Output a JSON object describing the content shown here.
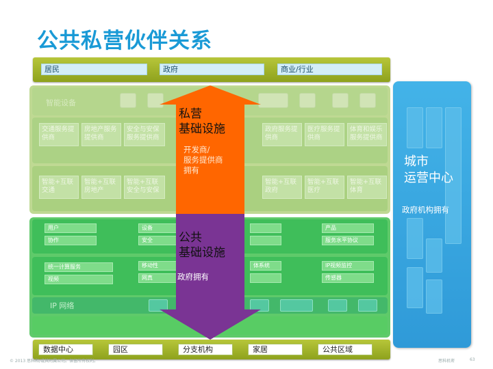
{
  "title": "公共私营伙伴关系",
  "top_bar": {
    "labels": [
      "居民",
      "政府",
      "商业/行业"
    ]
  },
  "bottom_bar": {
    "labels": [
      "数据中心",
      "园区",
      "分支机构",
      "家居",
      "公共区域"
    ]
  },
  "private_arrow": {
    "title_line1": "私营",
    "title_line2": "基础设施",
    "sub_line1": "开发商/",
    "sub_line2": "服务提供商",
    "sub_line3": "拥有"
  },
  "public_arrow": {
    "title_line1": "公共",
    "title_line2": "基础设施",
    "sub": "政府拥有"
  },
  "city_center": {
    "title_line1": "城市",
    "title_line2": "运营中心",
    "sub": "政府机构拥有"
  },
  "upper_area": {
    "row_a_caption": "智能设备",
    "row_b_cells": [
      "交通服务提供商",
      "房地产服务提供商",
      "安全与安保服务提供商",
      "政府服务提供商",
      "医疗服务提供商",
      "体育和娱乐服务提供商"
    ],
    "row_c_cells": [
      "智能+互联交通",
      "智能+互联房地产",
      "智能+互联安全与安保",
      "智能+互联政府",
      "智能+互联医疗",
      "智能+互联体育"
    ]
  },
  "lower_area": {
    "row1_chips": [
      "用户",
      "协作",
      "设备",
      "安全",
      "产品",
      "服务水平协议"
    ],
    "row2_chips": [
      "统一计算服务",
      "视频",
      "移动性",
      "网真",
      "体系统",
      "IP视频监控",
      "传感器"
    ],
    "ip_label": "IP 网络"
  },
  "colors": {
    "title": "#1a9ad6",
    "private_arrow": "#ff6600",
    "public_arrow": "#7a3494",
    "city_panel": "#3aa6e0",
    "bar": "#9fb428"
  },
  "footer": {
    "left": "© 2013 思科和/或其附属公司。保留所有权利。",
    "brand": "思科机密",
    "page": "63"
  }
}
